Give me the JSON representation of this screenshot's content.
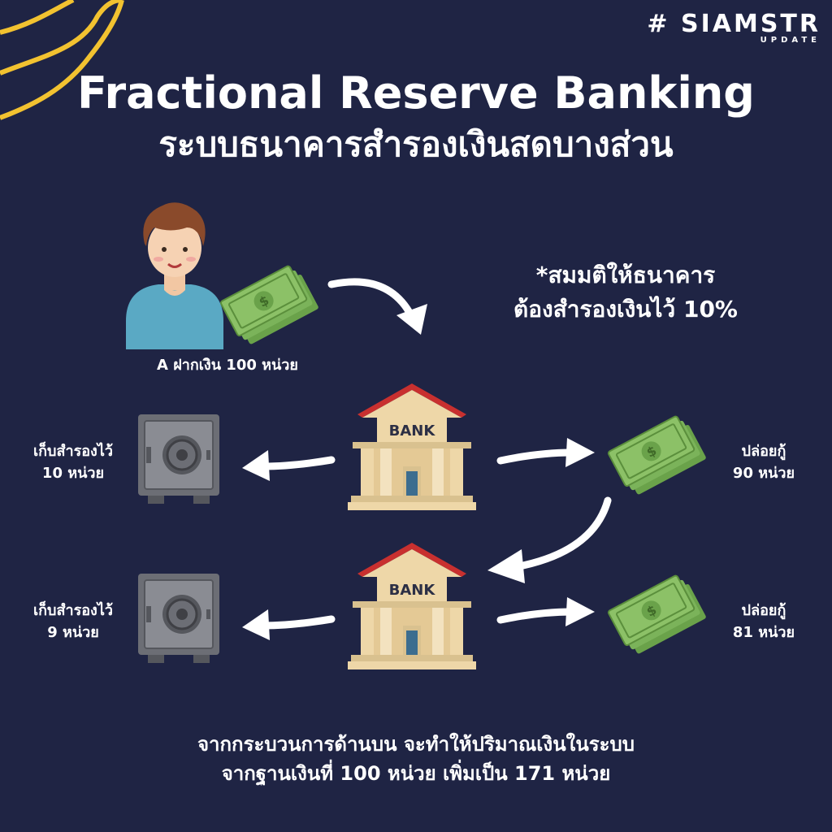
{
  "brand": {
    "tag": "# SIAMSTR",
    "sub": "UPDATE"
  },
  "title": "Fractional Reserve Banking",
  "subtitle": "ระบบธนาคารสำรองเงินสดบางส่วน",
  "note": {
    "line1": "*สมมติให้ธนาคาร",
    "line2": "ต้องสำรองเงินไว้ 10%"
  },
  "depositor_label": "A ฝากเงิน 100 หน่วย",
  "bank_sign": "BANK",
  "rows": [
    {
      "reserve_line1": "เก็บสำรองไว้",
      "reserve_line2": "10 หน่วย",
      "loan_line1": "ปล่อยกู้",
      "loan_line2": "90 หน่วย"
    },
    {
      "reserve_line1": "เก็บสำรองไว้",
      "reserve_line2": "9 หน่วย",
      "loan_line1": "ปล่อยกู้",
      "loan_line2": "81 หน่วย"
    }
  ],
  "footer": {
    "line1": "จากกระบวนการด้านบน จะทำให้ปริมาณเงินในระบบ",
    "line2": "จากฐานเงินที่ 100 หน่วย เพิ่มเป็น 171 หน่วย"
  },
  "colors": {
    "background": "#1f2444",
    "decor_yellow": "#f2c230",
    "bank_roof": "#c8302f",
    "bank_body": "#eed7a8",
    "cash_green": "#8cc167",
    "safe_gray": "#7d7f86"
  }
}
